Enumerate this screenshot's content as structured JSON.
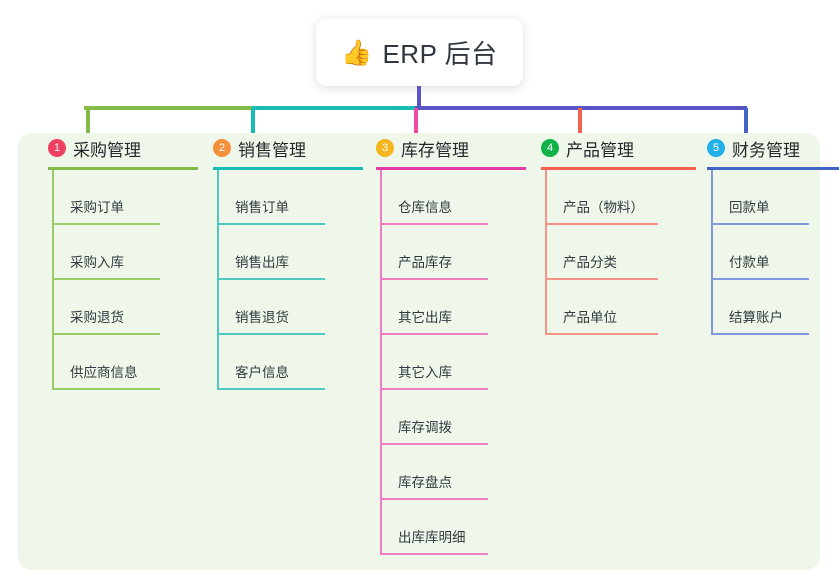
{
  "title": {
    "icon": "thumbs-up-icon",
    "emoji": "👍",
    "text": "ERP 后台"
  },
  "colors": {
    "page_background": "#ffffff",
    "panel_background": "#eef7e9",
    "title_card_background": "#ffffff",
    "stem": "#5b54c4",
    "bus_left": "#82bb47",
    "bus_mid": "#17bdb4",
    "bus_right": "#5b54c4",
    "text_primary": "#25292e",
    "text_item": "#333a41"
  },
  "columns": [
    {
      "index": "1",
      "badge_number": "1",
      "badge_color": "#ef4062",
      "title": "采购管理",
      "rule_color": "#82bb47",
      "line_color": "#9ccb6a",
      "drop_color": "#82bb47",
      "items": [
        {
          "label": "采购订单"
        },
        {
          "label": "采购入库"
        },
        {
          "label": "采购退货"
        },
        {
          "label": "供应商信息"
        }
      ]
    },
    {
      "index": "2",
      "badge_number": "2",
      "badge_color": "#f5903a",
      "title": "销售管理",
      "rule_color": "#17bdb4",
      "line_color": "#4fc9c0",
      "drop_color": "#17bdb4",
      "items": [
        {
          "label": "销售订单"
        },
        {
          "label": "销售出库"
        },
        {
          "label": "销售退货"
        },
        {
          "label": "客户信息"
        }
      ]
    },
    {
      "index": "3",
      "badge_number": "3",
      "badge_color": "#f5b51f",
      "title": "库存管理",
      "rule_color": "#e53ca8",
      "line_color": "#ef7ec0",
      "drop_color": "#ee4aa6",
      "items": [
        {
          "label": "仓库信息"
        },
        {
          "label": "产品库存"
        },
        {
          "label": "其它出库"
        },
        {
          "label": "其它入库"
        },
        {
          "label": "库存调拨"
        },
        {
          "label": "库存盘点"
        },
        {
          "label": "出库库明细"
        }
      ]
    },
    {
      "index": "4",
      "badge_number": "4",
      "badge_color": "#12b24b",
      "title": "产品管理",
      "rule_color": "#f4624f",
      "line_color": "#f79287",
      "drop_color": "#f4624f",
      "items": [
        {
          "label": "产品（物料）"
        },
        {
          "label": "产品分类"
        },
        {
          "label": "产品单位"
        }
      ]
    },
    {
      "index": "5",
      "badge_number": "5",
      "badge_color": "#22b0e8",
      "title": "财务管理",
      "rule_color": "#4263c8",
      "line_color": "#8099de",
      "drop_color": "#4263c8",
      "items": [
        {
          "label": "回款单"
        },
        {
          "label": "付款单"
        },
        {
          "label": "结算账户"
        }
      ]
    }
  ]
}
